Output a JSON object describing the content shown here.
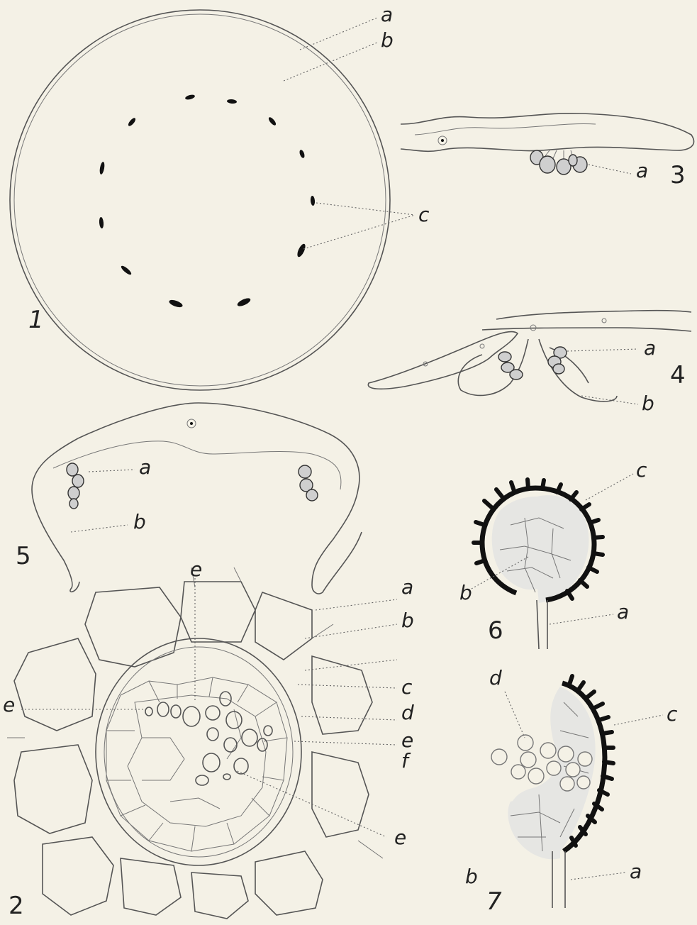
{
  "figures": [
    {
      "number": "1",
      "labels": [
        "a",
        "b",
        "c"
      ]
    },
    {
      "number": "2",
      "labels": [
        "a",
        "b",
        "c",
        "d",
        "e",
        "e",
        "e",
        "e",
        "f"
      ]
    },
    {
      "number": "3",
      "labels": [
        "a"
      ]
    },
    {
      "number": "4",
      "labels": [
        "a",
        "b"
      ]
    },
    {
      "number": "5",
      "labels": [
        "a",
        "b"
      ]
    },
    {
      "number": "6",
      "labels": [
        "a",
        "b",
        "c"
      ]
    },
    {
      "number": "7",
      "labels": [
        "a",
        "b",
        "c",
        "d"
      ]
    }
  ],
  "colors": {
    "background": "#f4f1e6",
    "ink": "#222222",
    "sporangium_wall": "#111111"
  }
}
